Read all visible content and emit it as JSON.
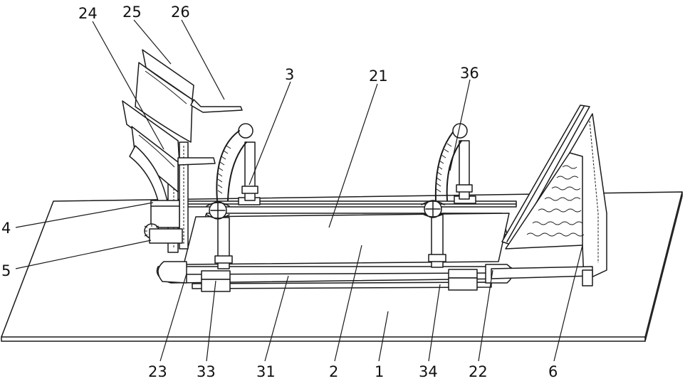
{
  "labels": {
    "l24": "24",
    "l25": "25",
    "l26": "26",
    "l3": "3",
    "l21": "21",
    "l36": "36",
    "l4": "4",
    "l5": "5",
    "l23": "23",
    "l33": "33",
    "l31": "31",
    "l2": "2",
    "l1": "1",
    "l34": "34",
    "l22": "22",
    "l6": "6"
  }
}
